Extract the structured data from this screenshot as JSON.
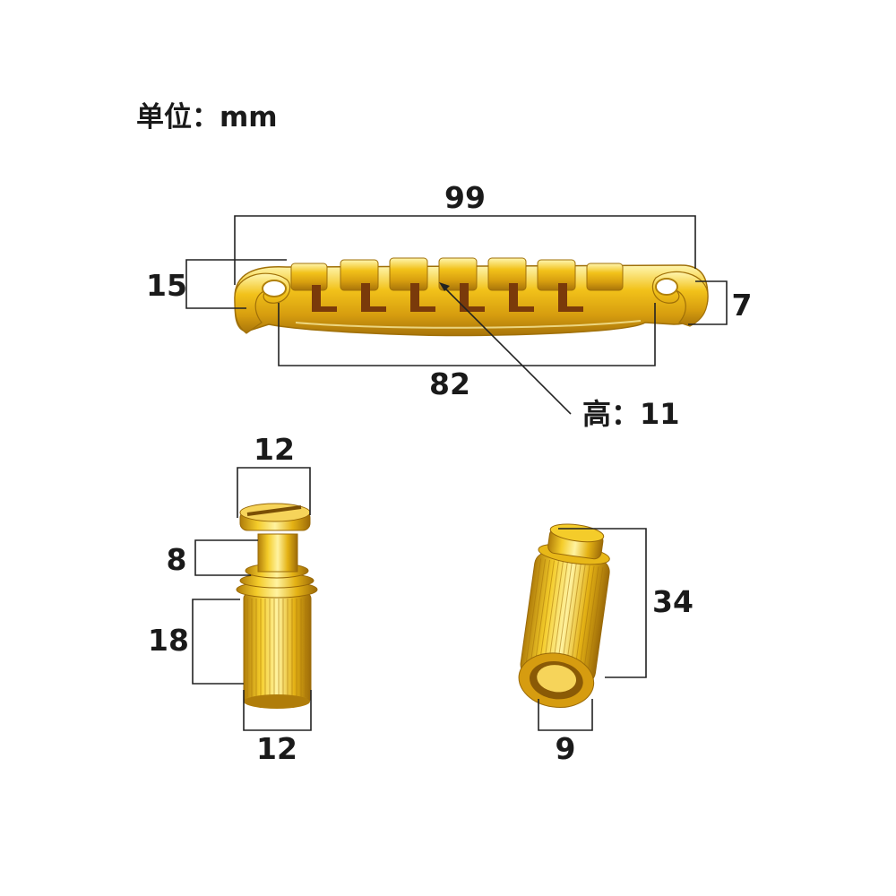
{
  "unit_label": "单位：mm",
  "tailpiece": {
    "length_total": "99",
    "length_inner": "82",
    "depth_end": "15",
    "height_end": "7",
    "height_note": "高：11"
  },
  "stud": {
    "head_width": "12",
    "neck_height": "8",
    "body_height": "18",
    "body_width": "12"
  },
  "anchor": {
    "total_length": "34",
    "diameter": "9"
  },
  "colors": {
    "gold_light": "#fff3a0",
    "gold_mid": "#f0c419",
    "gold_dark": "#b07d0a",
    "slot": "#7a3a0a"
  }
}
